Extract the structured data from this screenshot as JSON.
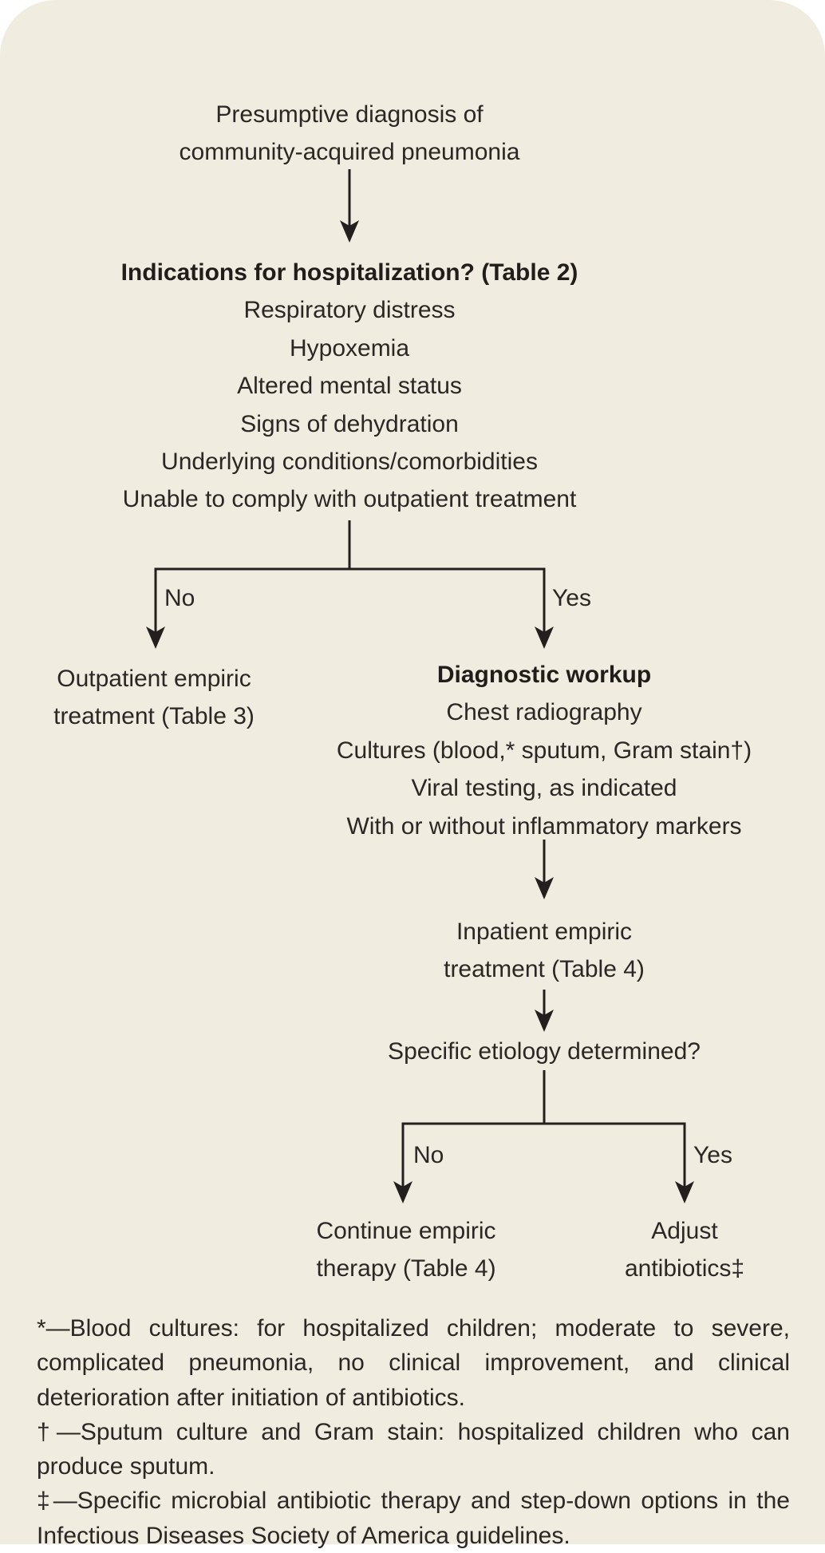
{
  "palette": {
    "page_background": "#ffffff",
    "panel_background": "#f1ece0",
    "text_color": "#2a2725",
    "line_color": "#221f1e"
  },
  "flowchart": {
    "start": {
      "line1": "Presumptive diagnosis of",
      "line2": "community-acquired pneumonia"
    },
    "decision1": {
      "title": "Indications for hospitalization? (Table 2)",
      "items": [
        "Respiratory distress",
        "Hypoxemia",
        "Altered mental status",
        "Signs of dehydration",
        "Underlying conditions/comorbidities",
        "Unable to comply with outpatient treatment"
      ]
    },
    "branch1": {
      "no_label": "No",
      "yes_label": "Yes"
    },
    "outpatient": {
      "line1": "Outpatient empiric",
      "line2": "treatment (Table 3)"
    },
    "workup": {
      "title": "Diagnostic workup",
      "items": [
        "Chest radiography",
        "Cultures (blood,* sputum, Gram stain†)",
        "Viral testing, as indicated",
        "With or without inflammatory markers"
      ]
    },
    "inpatient": {
      "line1": "Inpatient empiric",
      "line2": "treatment (Table 4)"
    },
    "decision2": {
      "title": "Specific etiology determined?"
    },
    "branch2": {
      "no_label": "No",
      "yes_label": "Yes"
    },
    "continue_therapy": {
      "line1": "Continue empiric",
      "line2": "therapy (Table 4)"
    },
    "adjust": {
      "line1": "Adjust",
      "line2": "antibiotics‡"
    }
  },
  "footnotes": [
    "*—Blood cultures: for hospitalized children; moderate to severe, complicated pneumonia, no clinical improvement, and clinical deterioration after initiation of antibiotics.",
    "†—Sputum culture and Gram stain: hospitalized children who can produce sputum.",
    "‡—Specific microbial antibiotic therapy and step-down options in the Infectious Diseases Society of America guidelines."
  ]
}
